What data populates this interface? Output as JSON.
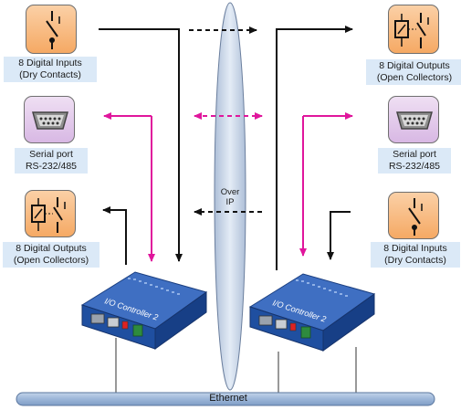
{
  "left_side": {
    "inputs_label_line1": "8 Digital Inputs",
    "inputs_label_line2": "(Dry Contacts)",
    "serial_label_line1": "Serial port",
    "serial_label_line2": "RS-232/485",
    "outputs_label_line1": "8 Digital Outputs",
    "outputs_label_line2": "(Open Collectors)",
    "controller_text": "I/O Controller 2"
  },
  "right_side": {
    "outputs_label_line1": "8 Digital Outputs",
    "outputs_label_line2": "(Open Collectors)",
    "serial_label_line1": "Serial port",
    "serial_label_line2": "RS-232/485",
    "inputs_label_line1": "8 Digital Inputs",
    "inputs_label_line2": "(Dry Contacts)",
    "controller_text": "I/O Controller 2"
  },
  "center": {
    "over_ip_line1": "Over",
    "over_ip_line2": "IP"
  },
  "network": {
    "ethernet_label": "Ethernet"
  },
  "colors": {
    "black_arrow": "#111111",
    "magenta_arrow": "#e0169c",
    "ellipse_fill": "#cdd9ea",
    "ethernet_bar": "#9cb6d8",
    "controller_blue": "#1f4fa0",
    "label_bg": "#dbe9f7",
    "tile_orange": "#f7b77a",
    "tile_purple": "#e4c9ec"
  },
  "icons": [
    "switch-contact-icon",
    "relay-coil-icon",
    "db9-serial-port-icon",
    "io-controller-device-icon"
  ]
}
